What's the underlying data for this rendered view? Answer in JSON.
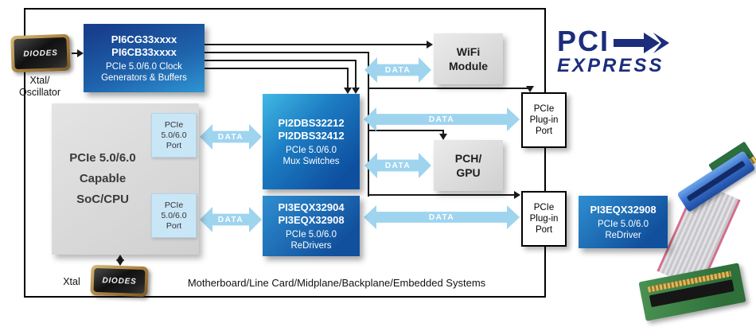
{
  "colors": {
    "diagram_border": "#000000",
    "arrow_fill": "#9fd4ef",
    "blue_box_dark": "#0e4fa0",
    "blue_box_light": "#41b9e6",
    "gray_box": "#d9d9d9",
    "port_fill": "#c9e6f7",
    "logo_navy": "#1c2d7c"
  },
  "labels": {
    "data": "DATA",
    "footer": "Motherboard/Line Card/Midplane/Backplane/Embedded Systems",
    "xtal_osc_line1": "Xtal/",
    "xtal_osc_line2": "Oscillator",
    "xtal": "Xtal",
    "diodes": "DIODES"
  },
  "logo": {
    "pci": "PCI",
    "express": "EXPRESS"
  },
  "boxes": {
    "clock": {
      "part1": "PI6CG33xxxx",
      "part2": "PI6CB33xxxx",
      "desc1": "PCIe 5.0/6.0 Clock",
      "desc2": "Generators & Buffers"
    },
    "soc": {
      "line1": "PCIe 5.0/6.0",
      "line2": "Capable",
      "line3": "SoC/CPU"
    },
    "port": {
      "line1": "PCIe",
      "line2": "5.0/6.0",
      "line3": "Port"
    },
    "mux": {
      "part1": "PI2DBS32212",
      "part2": "PI2DBS32412",
      "desc1": "PCIe 5.0/6.0",
      "desc2": "Mux Switches"
    },
    "redriver": {
      "part1": "PI3EQX32904",
      "part2": "PI3EQX32908",
      "desc1": "PCIe 5.0/6.0",
      "desc2": "ReDrivers"
    },
    "wifi": {
      "line1": "WiFi",
      "line2": "Module"
    },
    "pch": {
      "line1": "PCH/",
      "line2": "GPU"
    },
    "plugin": {
      "line1": "PCIe",
      "line2": "Plug-in",
      "line3": "Port"
    },
    "ext_redriver": {
      "part": "PI3EQX32908",
      "desc1": "PCIe 5.0/6.0",
      "desc2": "ReDriver"
    }
  }
}
